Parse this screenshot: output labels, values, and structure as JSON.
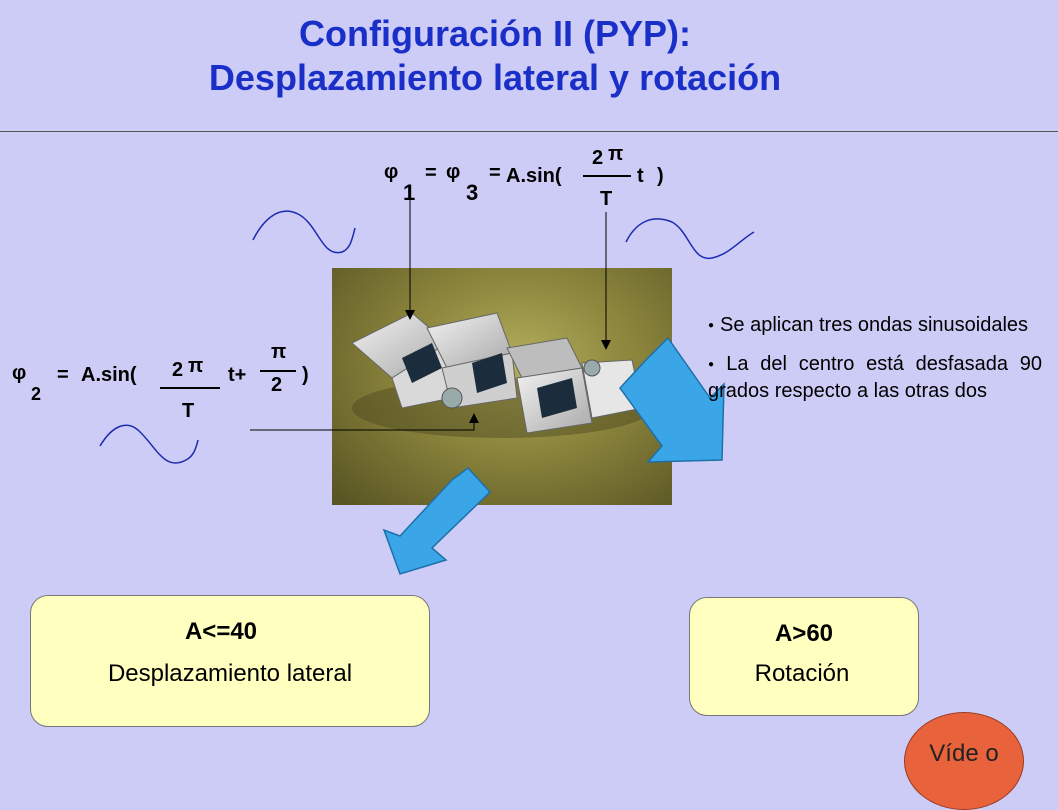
{
  "slide": {
    "title_line1": "Configuración II (PYP):",
    "title_line2": "Desplazamiento lateral y rotación"
  },
  "equation_top": {
    "phi": "φ",
    "sub1": "1",
    "eq1": "=",
    "sub3": "3",
    "eq2": "=",
    "func": "A.sin(",
    "num": "2",
    "pi": "π",
    "den": "T",
    "t": "t",
    "close": ")"
  },
  "equation_left": {
    "phi": "φ",
    "sub2": "2",
    "eq": "=",
    "func": "A.sin(",
    "num": "2",
    "pi": "π",
    "den": "T",
    "tplus": "t+",
    "pi2": "π",
    "den2": "2",
    "close": ")"
  },
  "bullets": [
    "Se aplican tres ondas sinusoidales",
    "La del centro está desfasada 90 grados respecto a las otras dos"
  ],
  "boxes": {
    "left_head": "A<=40",
    "left_sub": "Desplazamiento lateral",
    "right_head": "A>60",
    "right_sub": "Rotación"
  },
  "video_button": "Víde o",
  "colors": {
    "background": "#ccccf6",
    "title": "#1a2fc8",
    "box_fill": "#ffffbf",
    "arrow": "#3aa6e8",
    "button": "#e8633c"
  }
}
